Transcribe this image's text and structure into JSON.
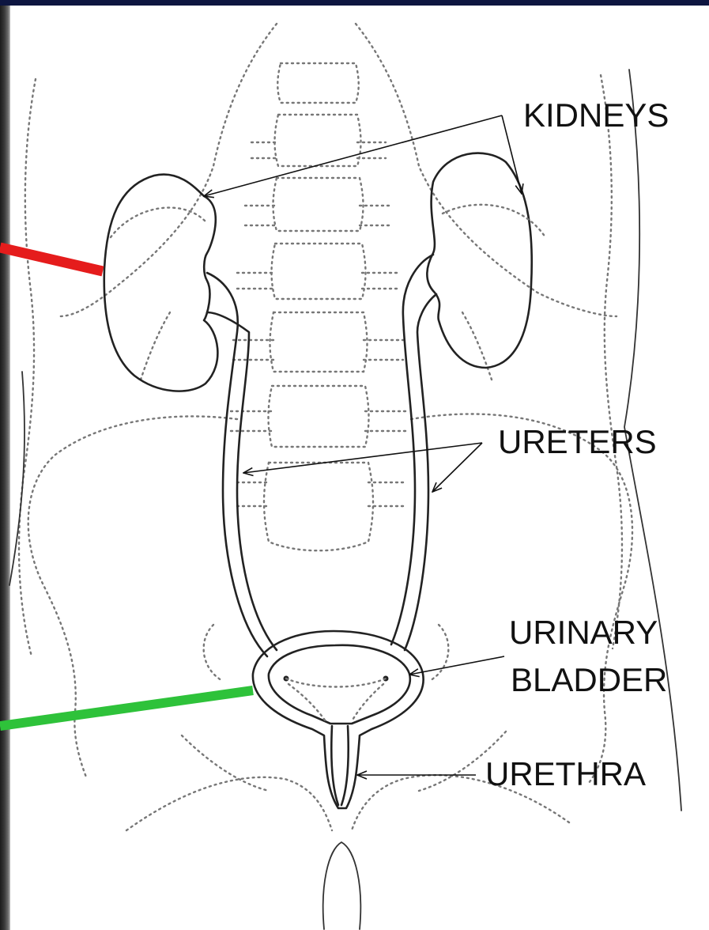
{
  "labels": {
    "kidneys": "KIDNEYS",
    "ureters": "URETERS",
    "urinary_bladder_line1": "URINARY",
    "urinary_bladder_line2": "BLADDER",
    "urethra": "URETHRA"
  },
  "colors": {
    "top_bar": "#0d1540",
    "red_marker": "#e51c1c",
    "green_marker": "#2ec23a",
    "outline": "#222222",
    "dotted_outline": "#777777"
  }
}
